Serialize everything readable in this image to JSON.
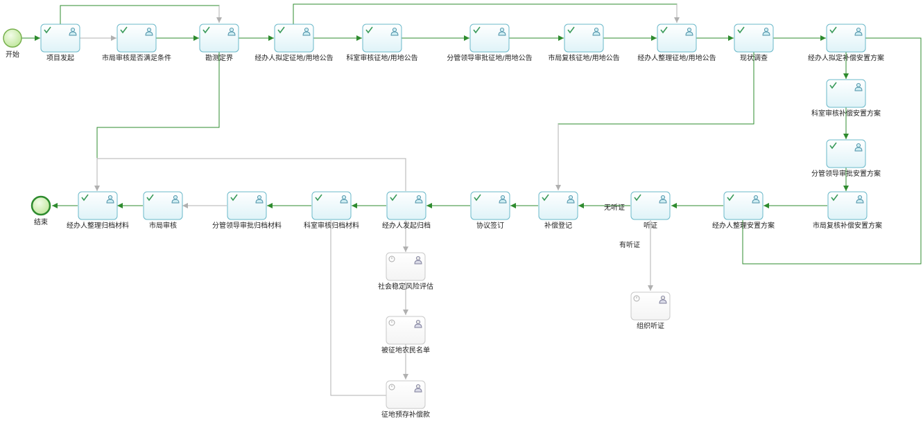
{
  "events": {
    "start": "开始",
    "end": "结束"
  },
  "tasks": {
    "t1": "项目发起",
    "t2": "市局审核是否满足条件",
    "t3": "勘测定界",
    "t4": "经办人拟定征地/用地公告",
    "t5": "科室审核征地/用地公告",
    "t6": "分管领导审批征地/用地公告",
    "t7": "市局复核征地/用地公告",
    "t8": "经办人整理征地/用地公告",
    "t9": "现状调查",
    "t10": "经办人拟定补偿安置方案",
    "t11": "科室审核补偿安置方案",
    "t12": "分管领导审批安置方案",
    "t13": "市局复核补偿安置方案",
    "t14": "经办人整理安置方案",
    "t15": "听证",
    "t16": "补偿登记",
    "t17": "协议签订",
    "t18": "经办人发起归档",
    "t19": "科室审核归档材料",
    "t20": "分管领导审批归档材料",
    "t21": "市局审核",
    "t22": "经办人整理归档材料",
    "p1": "社会稳定风险评估",
    "p2": "被征地农民名单",
    "p3": "征地预存补偿款",
    "p4": "组织听证"
  },
  "gateway_labels": {
    "no_hearing": "无听证",
    "has_hearing": "有听证"
  },
  "colors": {
    "done_stroke": "#2e8b2e",
    "pending_stroke": "#b0b0b0",
    "task_border": "#6ab8c9",
    "task_fill": "#e6f6fa",
    "start_fill": "#d9f2c4",
    "start_border": "#77b04c"
  }
}
